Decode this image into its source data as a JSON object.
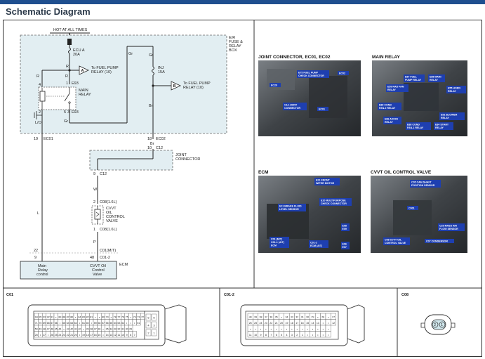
{
  "page": {
    "title": "Schematic Diagram"
  },
  "schematic": {
    "hot_at_all_times": "HOT AT ALL TIMES",
    "box_label": [
      "E/R",
      "FUSE &",
      "RELAY",
      "BOX"
    ],
    "ecu_fuse": [
      "ECU A",
      "20A"
    ],
    "inj_fuse": [
      "INJ",
      "15A"
    ],
    "ref_a": "A",
    "ref_b": "B",
    "ref_a_text": [
      "To FUEL PUMP",
      "RELAY (10)"
    ],
    "ref_b_text": [
      "To FUEL PUMP",
      "RELAY (10)"
    ],
    "main_relay": [
      "MAIN",
      "RELAY"
    ],
    "joint_connector": [
      "JOINT",
      "CONNECTOR"
    ],
    "cvvt_valve": [
      "CVVT",
      "OIL",
      "CONTROL",
      "VALVE"
    ],
    "ecm": "ECM",
    "ecm_main": [
      "Main",
      "Relay",
      "control"
    ],
    "ecm_cvvt": [
      "CVVT Oil",
      "Control",
      "Valve"
    ],
    "wire_labels": {
      "r1": "R",
      "r2": "R",
      "r3": "R",
      "gr1": "Gr",
      "gr2": "Gr",
      "br": "Br",
      "lo": "L/O",
      "gr3": "Gr",
      "w": "W",
      "l": "L",
      "p": "P",
      "br2": "Br"
    },
    "pin_labels": {
      "e93_1": "1",
      "e93_4": "4",
      "e93_2": "2",
      "e93_5": "5",
      "e93_3": "3",
      "e93_top": "E93",
      "e93_bot": "E93",
      "ec01_19": "19",
      "ec01": "EC01",
      "ec02_18": "18",
      "ec02": "EC02",
      "c12_10": "10",
      "c12_top": "C12",
      "c12_9": "9",
      "c12_bot": "C12",
      "c08_2": "2",
      "c08_top": "C08(1.6L)",
      "c08_1": "1",
      "c08_bot": "C08(1.6L)",
      "c01_22": "22",
      "c01_mt": "C01(M/T)",
      "c012_48": "48",
      "c012": "C01-2",
      "c01_9": "9"
    }
  },
  "photos": [
    {
      "title": "JOINT CONNECTOR, EC01, EC02",
      "callouts": [
        "E75 FUEL PUMP",
        "CHECK CONNECTOR",
        "EC02",
        "EC20",
        "C12 JOINT",
        "CONNECTOR",
        "EC01"
      ]
    },
    {
      "title": "MAIN RELAY",
      "callouts": [
        "E57 FUEL",
        "PUMP RELAY",
        "E85 MAIN",
        "RELAY",
        "E59 RAD FAN",
        "RELAY",
        "E55 HORN",
        "RELAY",
        "E89 COND",
        "FAN-2 RELAY",
        "E86 A/CON",
        "RELAY",
        "E88 COND",
        "FAN-1 RELAY",
        "E84 START",
        "RELAY",
        "E91 BLOWER",
        "RELAY"
      ]
    },
    {
      "title": "ECM",
      "callouts": [
        "E21 FRONT",
        "WIPER MOTOR",
        "E11 BRAKE FLUID",
        "LEVEL SENSOR",
        "E10 MULTIPURPOSE",
        "CHECK CONNECTOR",
        "C01 (M/T)",
        "C01-1 (A/T)",
        "ECM",
        "C01-2",
        "ECM (A/T)",
        "E08",
        "E09",
        "E06",
        "E07"
      ]
    },
    {
      "title": "CVVT OIL CONTROL VALVE",
      "callouts": [
        "C05 CAM SHAFT",
        "POSITION SENSOR",
        "C001",
        "C25 MASS AIR",
        "FLOW SENSOR",
        "C08 CVVT OIL",
        "CONTROL VALVE",
        "C07 CONDENSOR"
      ]
    }
  ],
  "connectors": {
    "c01": {
      "label": "C01",
      "row1": [
        "94",
        "95",
        "93",
        "92",
        "91",
        "x",
        "89",
        "88",
        "87",
        "86",
        "x",
        "84",
        "83",
        "82",
        "81",
        "x",
        "x",
        "80",
        "79",
        "x",
        "78",
        "77",
        "76",
        "75",
        "x",
        "74",
        "73",
        "72"
      ],
      "row2": [
        "71",
        "70",
        "69",
        "68",
        "67",
        "66",
        "x",
        "65",
        "64",
        "63",
        "62",
        "x",
        "61",
        "60",
        "x",
        "59",
        "58",
        "57",
        "56",
        "55",
        "54",
        "53",
        "52",
        "x",
        "x",
        "x",
        "51"
      ],
      "row3": [
        "50",
        "49",
        "48",
        "47",
        "46",
        "45",
        "44",
        "x",
        "43",
        "42",
        "41",
        "40",
        "x",
        "39",
        "38",
        "37",
        "36",
        "x",
        "35",
        "34",
        "33",
        "32",
        "31",
        "30",
        "29"
      ],
      "row4": [
        "28",
        "x",
        "27",
        "x",
        "26",
        "25",
        "24",
        "23",
        "22",
        "21",
        "20",
        "x",
        "19",
        "18",
        "17",
        "16",
        "15",
        "x",
        "14",
        "13",
        "12",
        "11",
        "10",
        "9",
        "8",
        "7"
      ],
      "side": [
        "6",
        "5",
        "4",
        "3",
        "2",
        "1"
      ]
    },
    "c012": {
      "label": "C01-2",
      "row1": [
        "40",
        "39",
        "38",
        "37",
        "36",
        "35",
        "x",
        "34",
        "33",
        "32",
        "31",
        "30",
        "29",
        "x",
        "28",
        "x",
        "27"
      ],
      "row2": [
        "26",
        "25",
        "24",
        "23",
        "22",
        "21",
        "20",
        "19",
        "18",
        "17",
        "16",
        "15",
        "14",
        "13",
        "x",
        "x",
        "12"
      ],
      "row3": [
        "x",
        "x",
        "x",
        "x",
        "x",
        "x",
        "x",
        "x",
        "x",
        "x",
        "x",
        "x",
        "x",
        "x",
        "x",
        "x"
      ],
      "row4": [
        "11",
        "10",
        "9",
        "8",
        "7",
        "6",
        "5",
        "4",
        "3",
        "2",
        "1",
        "x",
        "x",
        "x",
        "x",
        "x"
      ]
    },
    "c08": {
      "label": "C08",
      "pins": [
        "2",
        "1"
      ]
    }
  }
}
